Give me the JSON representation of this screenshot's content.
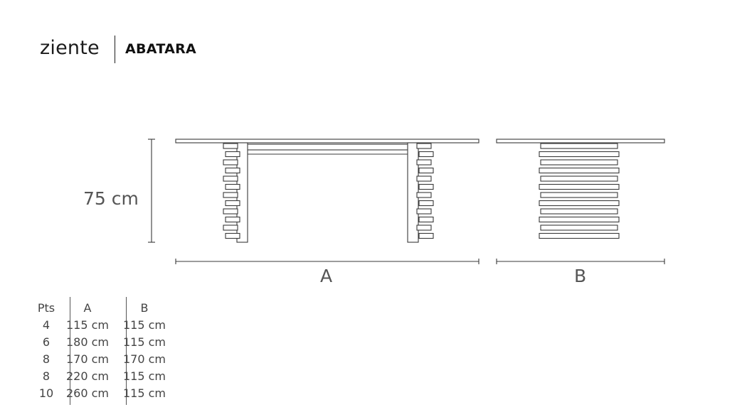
{
  "brand": "ziente",
  "model": "ABATARA",
  "diagram": {
    "height_label": "75 cm",
    "label_a": "A",
    "label_b": "B"
  },
  "table": {
    "headers": [
      "Pts",
      "A",
      "B"
    ],
    "rows": [
      [
        "4",
        "115 cm",
        "115 cm"
      ],
      [
        "6",
        "180 cm",
        "115 cm"
      ],
      [
        "8",
        "170 cm",
        "170 cm"
      ],
      [
        "8",
        "220 cm",
        "115 cm"
      ],
      [
        "10",
        "260 cm",
        "115 cm"
      ]
    ]
  }
}
